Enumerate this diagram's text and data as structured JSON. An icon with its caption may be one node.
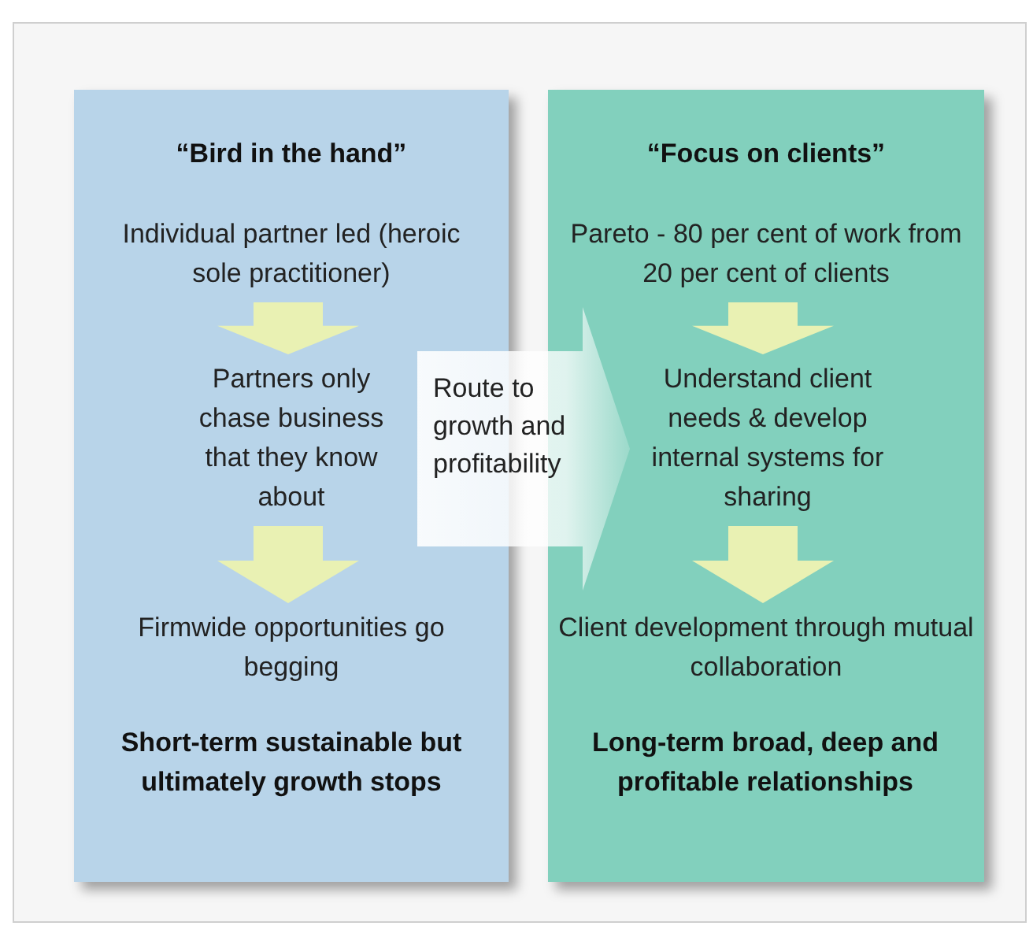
{
  "diagram": {
    "nodes": [
      {
        "text": [
          "“Bird in the hand”",
          "Short-term sustainable but ultimately growth stops"
        ]
      },
      {
        "text": [
          "Individual partner led (heroic sole practitioner)"
        ],
        "in": 0
      },
      {
        "text": [
          "Partners only chase business that they know about"
        ],
        "in": 0
      },
      {
        "text": [
          "Firmwide opportunities go begging"
        ],
        "in": 0
      },
      {
        "text": [
          "“Focus on clients”",
          "Long-term broad, deep and profitable relationships"
        ]
      },
      {
        "text": [
          "Pareto - 80 per cent of work from 20 per cent of clients"
        ],
        "in": 4
      },
      {
        "text": [
          "Understand client needs & develop internal systems for sharing"
        ],
        "in": 4
      },
      {
        "text": [
          "Client development through mutual collaboration"
        ],
        "in": 4
      },
      {
        "text": [
          "Route to growth and profitability"
        ]
      }
    ],
    "edges": [
      {
        "from": 1,
        "to": 2,
        "arrow": "to"
      },
      {
        "from": 2,
        "to": 3,
        "arrow": "to"
      },
      {
        "from": 5,
        "to": 6,
        "arrow": "to"
      },
      {
        "from": 6,
        "to": 7,
        "arrow": "to"
      }
    ]
  }
}
